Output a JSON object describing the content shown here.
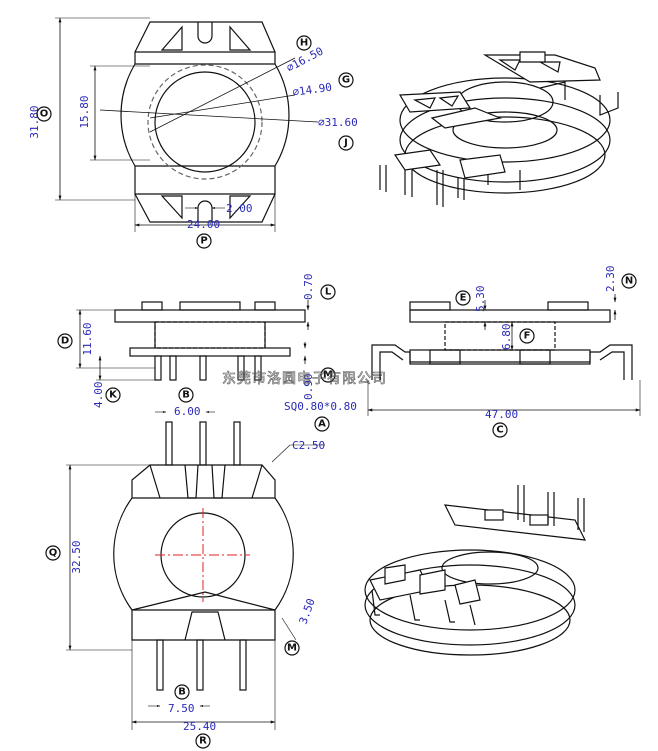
{
  "watermark": "东莞市洛圆电子有限公司",
  "top_view": {
    "dims": {
      "height": "31.80",
      "inner_height": "15.80",
      "d1": "⌀16.50",
      "d2": "⌀14.90",
      "d3": "⌀31.60",
      "slot": "2.00",
      "width": "24.00"
    },
    "callouts": {
      "height": "O",
      "d1": "H",
      "d2": "G",
      "d3": "J",
      "width": "P"
    }
  },
  "side_view": {
    "dims": {
      "top_gap": "0.70",
      "height": "11.60",
      "pin": "4.00",
      "bottom_gap": "0.90"
    },
    "callouts": {
      "top_gap": "L",
      "height": "D",
      "pin": "K",
      "pin_center": "B",
      "bottom_gap": "M"
    }
  },
  "front_view": {
    "dims": {
      "flange": "2.30",
      "step": "5.30",
      "body": "6.80",
      "pin_sq": "SQ0.80*0.80",
      "overall": "47.00"
    },
    "callouts": {
      "flange": "N",
      "step": "E",
      "body": "F",
      "pin_sq": "A",
      "overall": "C"
    }
  },
  "bottom_view": {
    "dims": {
      "pin_pitch": "6.00",
      "chamfer": "C2.50",
      "height": "32.50",
      "side": "3.50",
      "pitch2": "7.50",
      "width": "25.40"
    },
    "callouts": {
      "pin_pitch": "B",
      "height": "Q",
      "side": "M",
      "pitch2": "B",
      "width": "R"
    }
  }
}
